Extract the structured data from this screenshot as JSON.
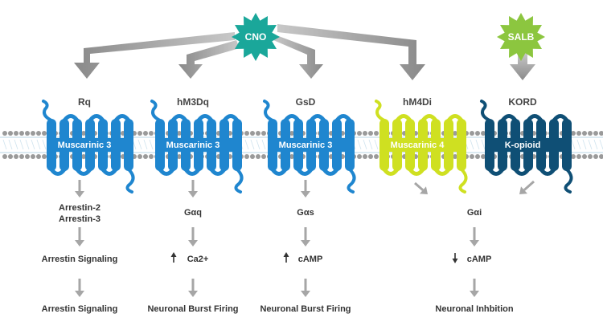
{
  "ligands": [
    {
      "id": "cno",
      "label": "CNO",
      "color": "#1aa79a"
    },
    {
      "id": "salb",
      "label": "SALB",
      "color": "#8cc63f"
    }
  ],
  "receptors": [
    {
      "name": "Rq",
      "protein": "Muscarinic 3",
      "color": "#1f86cf",
      "text_color": "#ffffff"
    },
    {
      "name": "hM3Dq",
      "protein": "Muscarinic 3",
      "color": "#1f86cf",
      "text_color": "#ffffff"
    },
    {
      "name": "GsD",
      "protein": "Muscarinic 3",
      "color": "#1f86cf",
      "text_color": "#ffffff"
    },
    {
      "name": "hM4Di",
      "protein": "Muscarinic 4",
      "color": "#cfe021",
      "text_color": "#ffffff"
    },
    {
      "name": "KORD",
      "protein": "K-opioid",
      "color": "#0f4f75",
      "text_color": "#ffffff"
    }
  ],
  "pathways": [
    {
      "step1": [
        "Arrestin-2",
        "Arrestin-3"
      ],
      "step2": "Arrestin Signaling",
      "step2_arrow": "",
      "outcome": "Arrestin Signaling"
    },
    {
      "step1": [
        "Gαq"
      ],
      "step2": "Ca2+",
      "step2_arrow": "up",
      "outcome": "Neuronal Burst Firing"
    },
    {
      "step1": [
        "Gαs"
      ],
      "step2": "cAMP",
      "step2_arrow": "up",
      "outcome": "Neuronal Burst Firing"
    },
    {
      "step1": [
        "Gαi"
      ],
      "step2": "cAMP",
      "step2_arrow": "down",
      "outcome": "Neuronal Inhbition"
    }
  ],
  "colors": {
    "arrow_gray": "#a6a6a6",
    "membrane_dot": "#9a9a9a",
    "membrane_line": "#cfe3ee"
  }
}
